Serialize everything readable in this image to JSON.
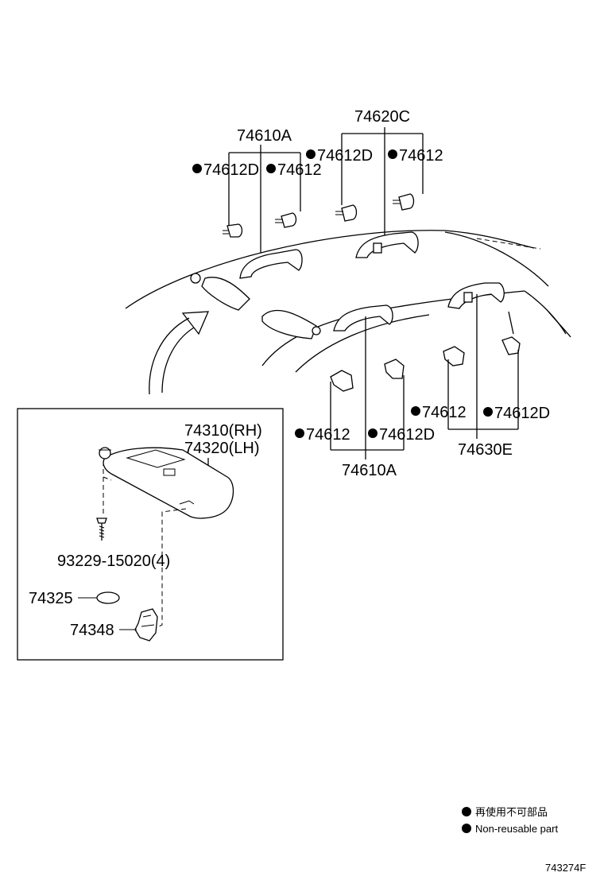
{
  "labels": {
    "grip_top_left": "74610A",
    "clip_d_top_left": "74612D",
    "clip_top_left": "74612",
    "grip_top_center": "74620C",
    "clip_d_top_center": "74612D",
    "clip_top_center": "74612",
    "clip_bottom_left": "74612",
    "clip_d_bottom_left": "74612D",
    "grip_bottom_left": "74610A",
    "clip_bottom_right": "74612",
    "clip_d_bottom_right": "74612D",
    "grip_bottom_right": "74630E",
    "visor_rh": "74310(RH)",
    "visor_lh": "74320(LH)",
    "screw": "93229-15020(4)",
    "cover": "74325",
    "holder": "74348"
  },
  "legend": {
    "japanese": "再使用不可部品",
    "english": "Non-reusable part"
  },
  "diagram_id": "743274F"
}
